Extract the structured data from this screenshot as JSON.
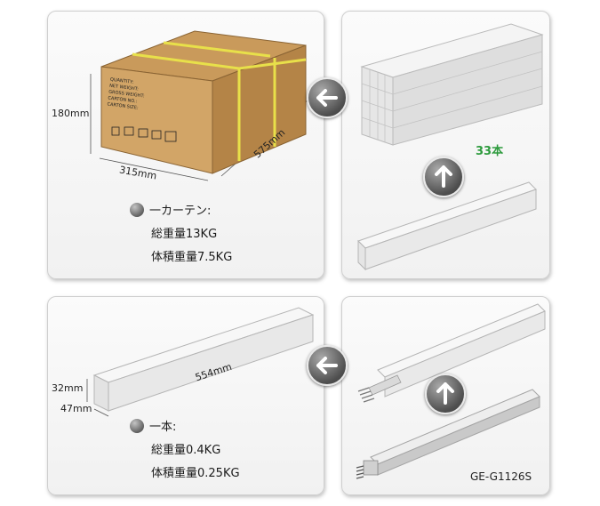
{
  "top_left": {
    "dim_height": "180mm",
    "dim_width": "315mm",
    "dim_depth": "575mm",
    "carton_label": [
      "QUANTITY:",
      "NET WEIGHT:",
      "GROSS WEIGHT:",
      "CARTON NO.:",
      "CARTON SIZE:"
    ],
    "info_title": "一カーテン:",
    "info_weight": "総重量13KG",
    "info_volume": "体積重量7.5KG"
  },
  "top_right": {
    "count_label": "33本"
  },
  "bottom_left": {
    "dim_height": "32mm",
    "dim_width": "47mm",
    "dim_length": "554mm",
    "info_title": "一本:",
    "info_weight": "総重量0.4KG",
    "info_volume": "体積重量0.25KG"
  },
  "bottom_right": {
    "model": "GE-G1126S"
  },
  "icons": [
    "arrow-left-icon",
    "arrow-up-icon",
    "bullet-icon"
  ]
}
